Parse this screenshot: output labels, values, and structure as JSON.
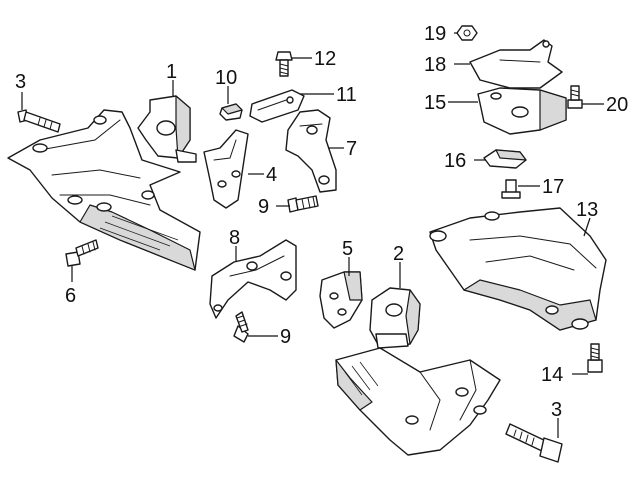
{
  "diagram": {
    "callouts": [
      {
        "id": "c1",
        "label": "1"
      },
      {
        "id": "c2",
        "label": "2"
      },
      {
        "id": "c3a",
        "label": "3"
      },
      {
        "id": "c3b",
        "label": "3"
      },
      {
        "id": "c4",
        "label": "4"
      },
      {
        "id": "c5",
        "label": "5"
      },
      {
        "id": "c6",
        "label": "6"
      },
      {
        "id": "c7",
        "label": "7"
      },
      {
        "id": "c8",
        "label": "8"
      },
      {
        "id": "c9a",
        "label": "9"
      },
      {
        "id": "c9b",
        "label": "9"
      },
      {
        "id": "c10",
        "label": "10"
      },
      {
        "id": "c11",
        "label": "11"
      },
      {
        "id": "c12",
        "label": "12"
      },
      {
        "id": "c13",
        "label": "13"
      },
      {
        "id": "c14",
        "label": "14"
      },
      {
        "id": "c15",
        "label": "15"
      },
      {
        "id": "c16",
        "label": "16"
      },
      {
        "id": "c17",
        "label": "17"
      },
      {
        "id": "c18",
        "label": "18"
      },
      {
        "id": "c19",
        "label": "19"
      },
      {
        "id": "c20",
        "label": "20"
      }
    ]
  }
}
